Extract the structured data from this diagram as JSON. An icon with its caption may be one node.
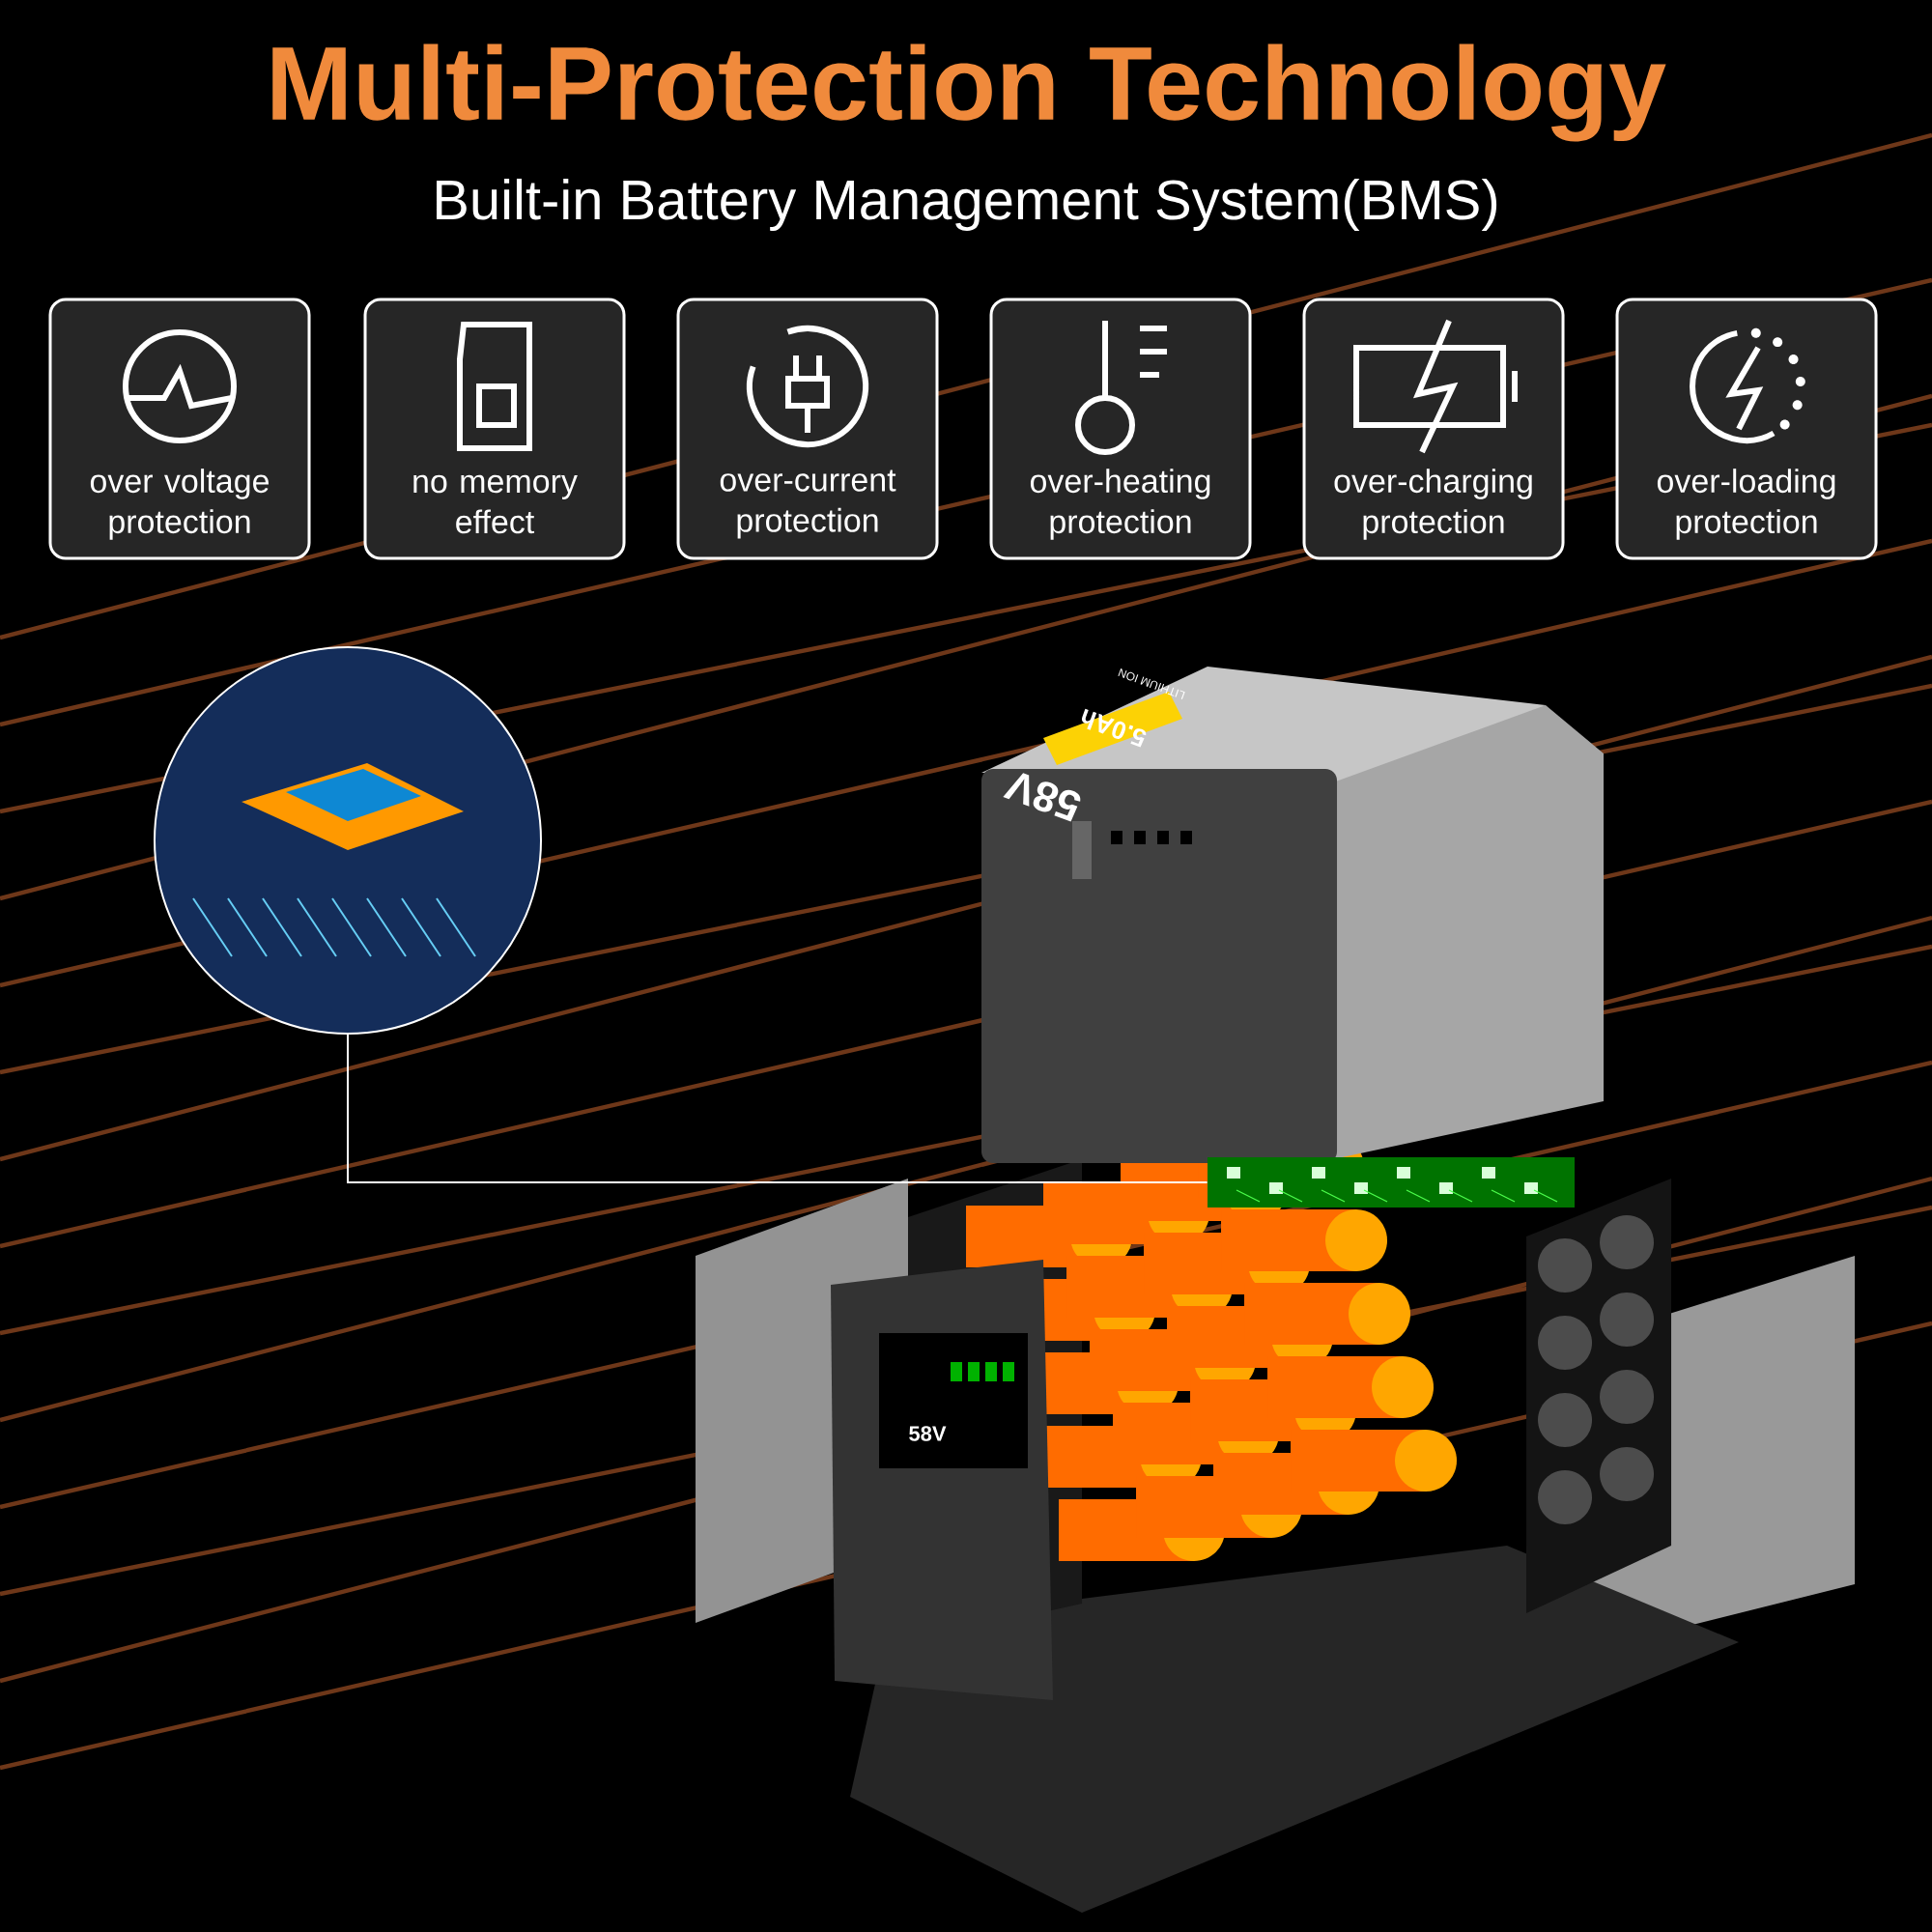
{
  "diagram": {
    "title": "Multi-Protection Technology",
    "nodes": [
      {
        "text": [
          "over voltage protection"
        ]
      },
      {
        "text": [
          "no memory effect"
        ]
      },
      {
        "text": [
          "over-current protection"
        ]
      },
      {
        "text": [
          "over-heating protection"
        ]
      },
      {
        "text": [
          "over-charging protection"
        ]
      },
      {
        "text": [
          "over-loading protection"
        ]
      },
      {
        "text": [],
        "shape": "picture"
      },
      {
        "text": [],
        "shape": "picture"
      }
    ],
    "edges": [
      {
        "from": 6,
        "to": 7,
        "arrow": "none"
      }
    ],
    "labels": [
      "Built-in Battery Management System(BMS)",
      "58V",
      "5.0Ah",
      "LITHIUM ION",
      "58V"
    ]
  }
}
